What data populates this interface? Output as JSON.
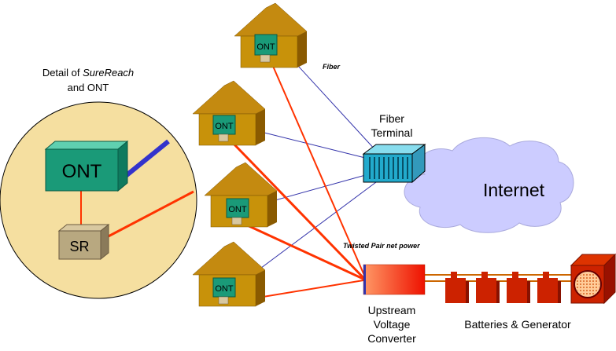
{
  "detail": {
    "line1": "Detail of ",
    "line1_italic": "SureReach",
    "line2": "and ONT",
    "ont_label": "ONT",
    "sr_label": "SR"
  },
  "houses": {
    "ont_label": "ONT"
  },
  "labels": {
    "fiber": "Fiber",
    "fiber_terminal_line1": "Fiber",
    "fiber_terminal_line2": "Terminal",
    "internet": "Internet",
    "twisted_pair": "Twisted Pair net power",
    "converter_line1": "Upstream",
    "converter_line2": "Voltage",
    "converter_line3": "Converter",
    "batteries": "Batteries & Generator"
  },
  "colors": {
    "fiber_line": "#3333aa",
    "power_line": "#ff3300",
    "house_body": "#c8920a",
    "ont_green": "#1a9a78",
    "detail_circle": "#f5dfa0",
    "cloud": "#ccccff",
    "battery": "#cc2200"
  }
}
